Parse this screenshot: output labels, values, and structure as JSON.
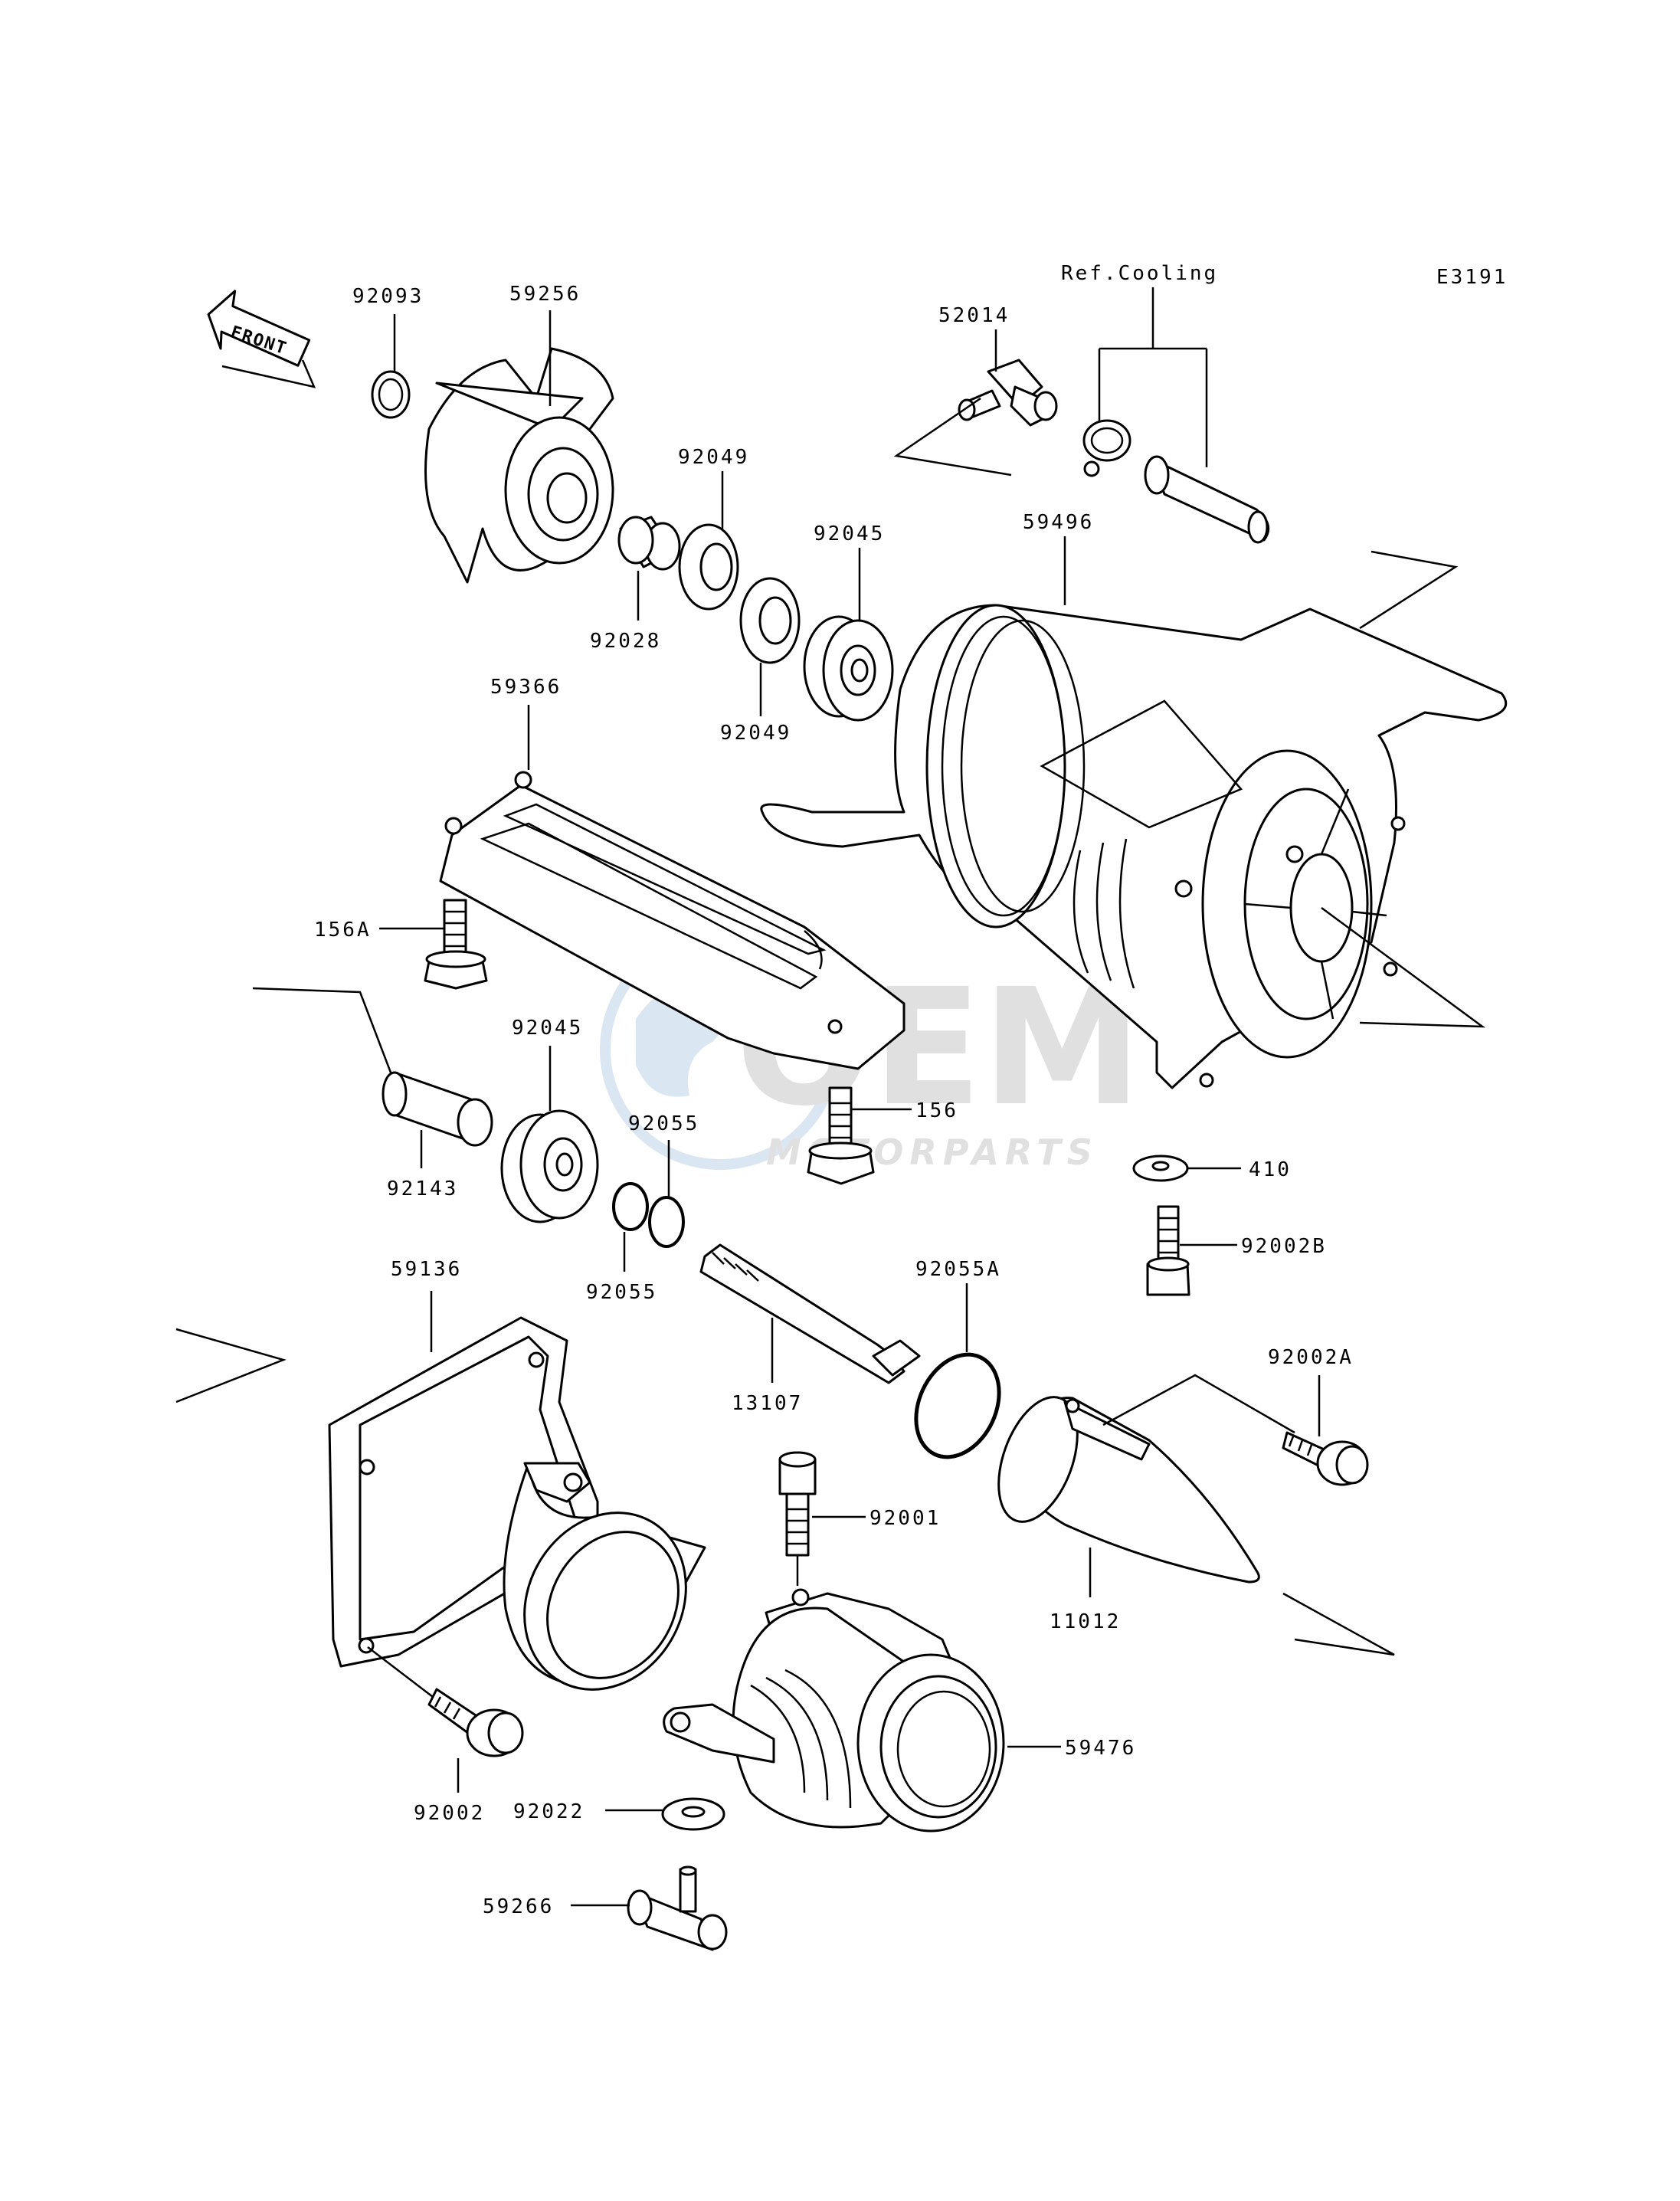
{
  "diagram_code": "E3191",
  "ref_note": "Ref.Cooling",
  "front_label": "FRONT",
  "watermark": {
    "brand": "OEM",
    "sub": "MOTORPARTS",
    "color": "#bfd3ea"
  },
  "part_labels": {
    "p92093": "92093",
    "p59256": "59256",
    "p52014": "52014",
    "p92049a": "92049",
    "p92045a": "92045",
    "p59496": "59496",
    "p92028": "92028",
    "p92049b": "92049",
    "p59366": "59366",
    "p156A": "156A",
    "p92045b": "92045",
    "p92055a": "92055",
    "p156": "156",
    "p410": "410",
    "p92143": "92143",
    "p92002B": "92002B",
    "p92055b": "92055",
    "p59136": "59136",
    "p92055A": "92055A",
    "p13107": "13107",
    "p92002A": "92002A",
    "p92001": "92001",
    "p11012": "11012",
    "p59476": "59476",
    "p92002": "92002",
    "p92022": "92022",
    "p59266": "59266"
  }
}
